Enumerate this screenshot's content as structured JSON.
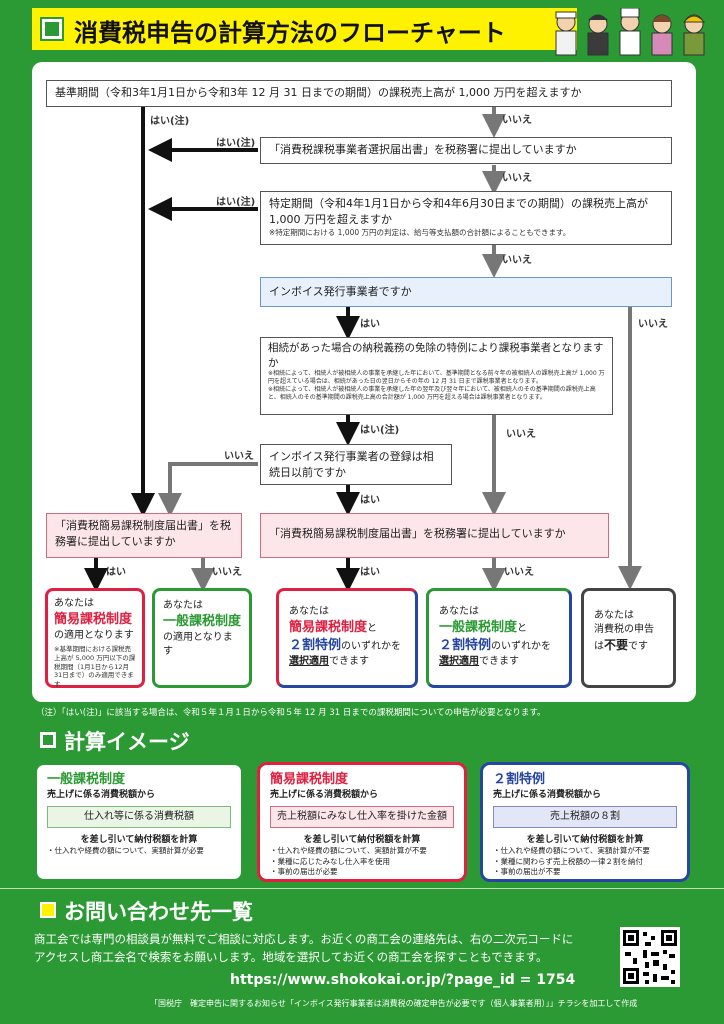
{
  "header": {
    "title": "消費税申告の計算方法のフローチャート"
  },
  "flow": {
    "q1": "基準期間（令和3年1月1日から令和3年 12 月 31 日までの期間）の課税売上高が 1,000 万円を超えますか",
    "q2": "「消費税課税事業者選択届出書」を税務署に提出していますか",
    "q3": "特定期間（令和4年1月1日から令和4年6月30日までの期間）の課税売上高が 1,000 万円を超えますか",
    "q3_note": "※特定期間における 1,000 万円の判定は、給与等支払額の合計額によることもできます。",
    "q4": "インボイス発行事業者ですか",
    "q5": "相続があった場合の納税義務の免除の特例により課税事業者となりますか",
    "q5_note1": "※相続によって、相続人が被相続人の事業を承継した年において、基準期間となる前々年の被相続人の課税売上高が 1,000 万円を超えている場合は、相続があった日の翌日からその年の 12 月 31 日まで課税事業者となります。",
    "q5_note2": "※相続によって、相続人が被相続人の事業を承継した年の翌年及び翌々年において、被相続人のその基準期間の課税売上高と、相続人のその基準期間の課税売上高の合計額が 1,000 万円を超える場合は課税事業者となります。",
    "q6": "インボイス発行事業者の登録は相続日以前ですか",
    "q7": "「消費税簡易課税制度届出書」を税務署に提出していますか",
    "q8": "「消費税簡易課税制度届出書」を税務署に提出していますか",
    "yes": "はい",
    "yes_note": "はい(注)",
    "no": "いいえ",
    "r1_a": "あなたは",
    "r1_b": "簡易課税制度",
    "r1_c": "の適用となります",
    "r1_note": "※基準期間における課税売上高が 5,000 万円以下の課税期間（1月1日から12月31日まで）のみ適用できます",
    "r2_a": "あなたは",
    "r2_b": "一般課税制度",
    "r2_c": "の適用となります",
    "r3_a": "あなたは",
    "r3_b": "簡易課税制度",
    "r3_c": "と",
    "r3_d": "２割特例",
    "r3_e": "のいずれかを",
    "r3_f": "選択適用",
    "r3_g": "できます",
    "r4_a": "あなたは",
    "r4_b": "一般課税制度",
    "r4_c": "と",
    "r4_d": "２割特例",
    "r4_e": "のいずれかを",
    "r4_f": "選択適用",
    "r4_g": "できます",
    "r5_a": "あなたは",
    "r5_b": "消費税の申告",
    "r5_c": "は",
    "r5_d": "不要",
    "r5_e": "です",
    "footnote": "（注）「はい(注)」に該当する場合は、令和５年１月１日から令和５年 12 月 31 日までの課税期間についての申告が必要となります。"
  },
  "calc": {
    "title": "計算イメージ",
    "general": {
      "title": "一般課税制度",
      "sub": "売上げに係る消費税額から",
      "box": "仕入れ等に係る消費税額",
      "line": "を差し引いて納付税額を計算",
      "b1": "・仕入れや経費の額について、実額計算が必要"
    },
    "simple": {
      "title": "簡易課税制度",
      "sub": "売上げに係る消費税額から",
      "box": "売上税額にみなし仕入率を掛けた金額",
      "line": "を差し引いて納付税額を計算",
      "b1": "・仕入れや経費の額について、実額計算が不要",
      "b2": "・業種に応じたみなし仕入率を使用",
      "b3": "・事前の届出が必要"
    },
    "twenty": {
      "title": "２割特例",
      "sub": "売上げに係る消費税額から",
      "box": "売上税額の８割",
      "line": "を差し引いて納付税額を計算",
      "b1": "・仕入れや経費の額について、実額計算が不要",
      "b2": "・業種に関わらず売上税額の一律２割を納付",
      "b3": "・事前の届出が不要"
    }
  },
  "contact": {
    "title": "お問い合わせ先一覧",
    "body1": "商工会では専門の相談員が無料でご相談に対応します。お近くの商工会の連絡先は、右の二次元コードに",
    "body2": "アクセスし商工会名で検索をお願いします。地域を選択してお近くの商工会を探すこともできます。",
    "url": "https://www.shokokai.or.jp/?page_id = 1754",
    "source": "「国税庁　確定申告に関するお知らせ「インボイス発行事業者は消費税の確定申告が必要です（個人事業者用）」」チラシを加工して作成"
  }
}
